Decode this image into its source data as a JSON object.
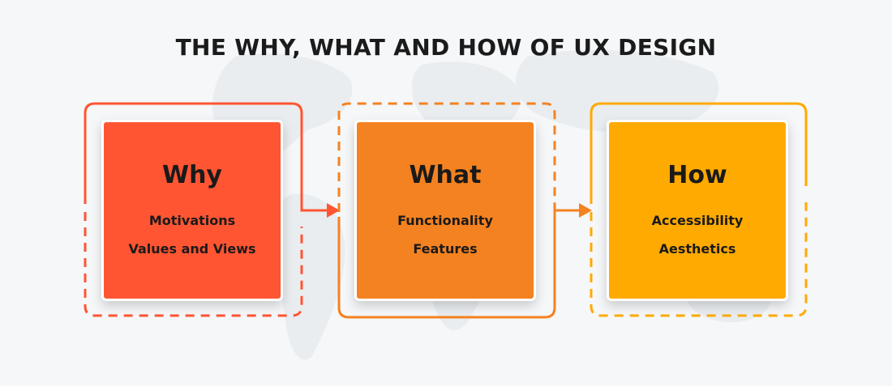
{
  "title": "THE WHY, WHAT AND HOW OF UX DESIGN",
  "colors": {
    "why": "#ff5533",
    "what": "#f58220",
    "how": "#ffaa00",
    "title": "#1b1b1b",
    "background": "#f5f7f9"
  },
  "icons": [
    "world-map-background",
    "arrow-right-icon"
  ],
  "stages": [
    {
      "heading": "Why",
      "items": [
        "Motivations",
        "Values and Views"
      ]
    },
    {
      "heading": "What",
      "items": [
        "Functionality",
        "Features"
      ]
    },
    {
      "heading": "How",
      "items": [
        "Accessibility",
        "Aesthetics"
      ]
    }
  ]
}
